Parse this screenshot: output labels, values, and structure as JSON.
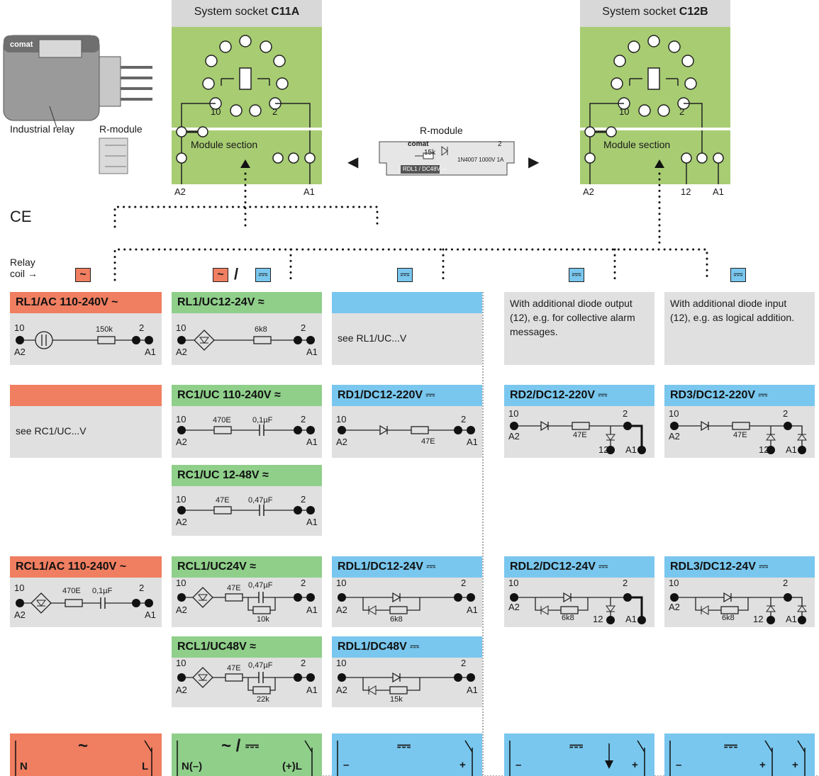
{
  "sockets": {
    "c11a": {
      "title_prefix": "System socket ",
      "title_code": "C11A",
      "pin_left": "A2",
      "pin_right": "A1",
      "pin_10": "10",
      "pin_2": "2",
      "module_label": "Module section"
    },
    "c12b": {
      "title_prefix": "System socket ",
      "title_code": "C12B",
      "pin_left": "A2",
      "pin_mid": "12",
      "pin_right": "A1",
      "pin_10": "10",
      "pin_2": "2",
      "module_label": "Module section"
    }
  },
  "relay": {
    "brand": "comat",
    "industrial_relay": "Industrial relay",
    "r_module": "R-module"
  },
  "center_module": {
    "label": "R-module",
    "brand": "comat",
    "res": "15k",
    "pin": "2",
    "diode_spec": "1N4007  1000V 1A",
    "code": "RDL1 / DC48V ⎓",
    "arrow_left": "◀",
    "arrow_right": "▶"
  },
  "ce": "CE",
  "relay_coil": {
    "line1": "Relay",
    "line2": "coil →"
  },
  "coil_symbols": {
    "ac": "~",
    "dc": "⎓",
    "slash": "/"
  },
  "colors": {
    "ac": "#f07e60",
    "uc": "#8fcf8a",
    "dc": "#79c7ee",
    "body": "#e0e0e0",
    "socket": "#a7cc72"
  },
  "modules": {
    "rl1_ac": {
      "title": "RL1/AC 110-240V ~",
      "pin10": "10",
      "a2": "A2",
      "pin2": "2",
      "a1": "A1",
      "res": "150k"
    },
    "rl1_uc": {
      "title": "RL1/UC12-24V ≈",
      "pin10": "10",
      "a2": "A2",
      "pin2": "2",
      "a1": "A1",
      "res": "6k8"
    },
    "blank_dc": {
      "note": "see RL1/UC...V"
    },
    "diode_out": {
      "text": "With additional diode output (12), e.g. for collective alarm messages."
    },
    "diode_in": {
      "text": "With additional diode input (12), e.g. as logical addition."
    },
    "blank_ac": {
      "note": "see RC1/UC...V"
    },
    "rc1_uc110": {
      "title": "RC1/UC 110-240V ≈",
      "pin10": "10",
      "a2": "A2",
      "pin2": "2",
      "a1": "A1",
      "res": "470E",
      "cap": "0,1µF"
    },
    "rd1": {
      "title": "RD1/DC12-220V ⎓",
      "pin10": "10",
      "a2": "A2",
      "pin2": "2",
      "a1": "A1",
      "res": "47E"
    },
    "rd2": {
      "title": "RD2/DC12-220V ⎓",
      "pin10": "10",
      "a2": "A2",
      "pin2": "2",
      "a1": "A1",
      "p12": "12",
      "res": "47E"
    },
    "rd3": {
      "title": "RD3/DC12-220V ⎓",
      "pin10": "10",
      "a2": "A2",
      "pin2": "2",
      "a1": "A1",
      "p12": "12",
      "res": "47E"
    },
    "rc1_uc12": {
      "title": "RC1/UC 12-48V ≈",
      "pin10": "10",
      "a2": "A2",
      "pin2": "2",
      "a1": "A1",
      "res": "47E",
      "cap": "0,47µF"
    },
    "rcl1_ac": {
      "title": "RCL1/AC 110-240V ~",
      "pin10": "10",
      "a2": "A2",
      "pin2": "2",
      "a1": "A1",
      "res": "470E",
      "cap": "0,1µF"
    },
    "rcl1_uc24": {
      "title": "RCL1/UC24V ≈",
      "pin10": "10",
      "a2": "A2",
      "pin2": "2",
      "a1": "A1",
      "res": "47E",
      "cap": "0,47µF",
      "res2": "10k"
    },
    "rdl1_dc12": {
      "title": "RDL1/DC12-24V ⎓",
      "pin10": "10",
      "a2": "A2",
      "pin2": "2",
      "a1": "A1",
      "res": "6k8"
    },
    "rdl2": {
      "title": "RDL2/DC12-24V ⎓",
      "pin10": "10",
      "a2": "A2",
      "pin2": "2",
      "a1": "A1",
      "p12": "12",
      "res": "6k8"
    },
    "rdl3": {
      "title": "RDL3/DC12-24V ⎓",
      "pin10": "10",
      "a2": "A2",
      "pin2": "2",
      "a1": "A1",
      "p12": "12",
      "res": "6k8"
    },
    "rcl1_uc48": {
      "title": "RCL1/UC48V ≈",
      "pin10": "10",
      "a2": "A2",
      "pin2": "2",
      "a1": "A1",
      "res": "47E",
      "cap": "0,47µF",
      "res2": "22k"
    },
    "rdl1_dc48": {
      "title": "RDL1/DC48V ⎓",
      "pin10": "10",
      "a2": "A2",
      "pin2": "2",
      "a1": "A1",
      "res": "15k"
    }
  },
  "footer": {
    "ac": {
      "symbol": "~",
      "n": "N",
      "l": "L"
    },
    "uc": {
      "symbol": "~ / ⎓",
      "n": "N(–)",
      "l": "(+)L"
    },
    "dc1": {
      "symbol": "⎓",
      "minus": "–",
      "plus": "+"
    },
    "dc2": {
      "symbol": "⎓",
      "minus": "–",
      "plus": "+"
    },
    "dc3": {
      "symbol": "⎓",
      "minus": "–",
      "plus": "+"
    }
  }
}
